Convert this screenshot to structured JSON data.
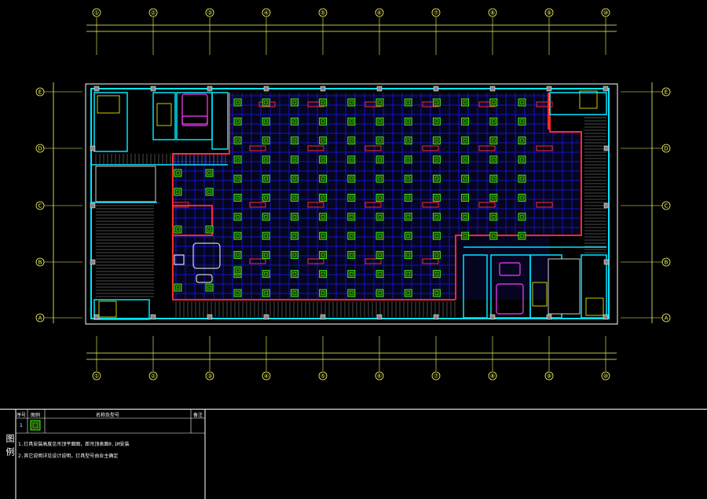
{
  "colors": {
    "background": "#000000",
    "axis": "#ffff66",
    "grid": "#1a1aff",
    "wall": "#00e5ff",
    "partition": "#ff2a2a",
    "fixture": "#39ff14",
    "furniture": "#ff3bff",
    "stair": "#ffff00",
    "white": "#ffffff"
  },
  "column_axes_top": [
    "①",
    "②",
    "③",
    "④",
    "⑤",
    "⑥",
    "⑦",
    "⑧",
    "⑨",
    "⑩"
  ],
  "column_axes_bottom": [
    "①",
    "②",
    "③",
    "④",
    "⑤",
    "⑥",
    "⑦",
    "⑧",
    "⑨",
    "⑩"
  ],
  "row_axes_left": [
    "E",
    "D",
    "C",
    "B",
    "A"
  ],
  "row_axes_right": [
    "E",
    "D",
    "C",
    "B",
    "A"
  ],
  "fixture_icon": "ceiling-light-panel-icon",
  "legend": {
    "title_vertical": "图例",
    "header_seq": "序号",
    "header_symbol": "图例",
    "header_name": "名称及型号",
    "header_note": "备注",
    "row_seq": "1",
    "note1": "1.灯具安装高度见吊顶平面图，距吊顶表面0.1M安装",
    "note2": "2.其它说明详见设计说明，灯具型号由业主确定"
  }
}
